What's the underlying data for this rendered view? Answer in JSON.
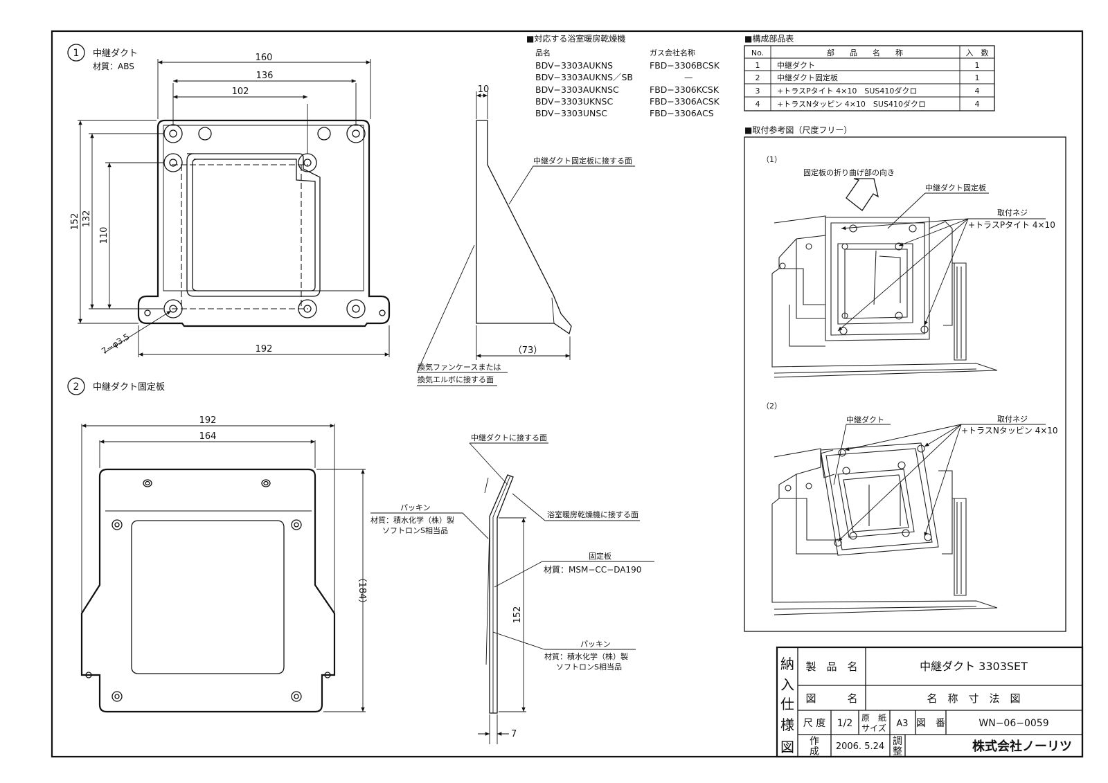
{
  "part1": {
    "number": "1",
    "title": "中継ダクト",
    "material": "材質：ABS",
    "dims": {
      "d160": "160",
      "d136": "136",
      "d102": "102",
      "d152": "152",
      "d132": "132",
      "d110": "110",
      "d192": "192",
      "holes": "7−φ3.5",
      "d10": "10",
      "d73": "（73）"
    },
    "notes": {
      "face_plate": "中継ダクト固定板に接する面",
      "face_fan_1": "換気ファンケースまたは",
      "face_fan_2": "換気エルボに接する面"
    }
  },
  "part2": {
    "number": "2",
    "title": "中継ダクト固定板",
    "dims": {
      "d192": "192",
      "d164": "164",
      "d184": "（184）",
      "d152": "152",
      "d7": "7"
    },
    "notes": {
      "face_duct": "中継ダクトに接する面",
      "face_dryer": "浴室暖房乾燥機に接する面",
      "packing1_1": "パッキン",
      "packing1_2": "材質：積水化学（株）製",
      "packing1_3": "ソフトロンS相当品",
      "plate_1": "固定板",
      "plate_2": "材質：MSM−CC−DA190",
      "packing2_1": "パッキン",
      "packing2_2": "材質：積水化学（株）製",
      "packing2_3": "ソフトロンS相当品"
    }
  },
  "compatible": {
    "title": "■対応する浴室暖房乾燥機",
    "col_model": "品名",
    "col_gas": "ガス会社名称",
    "rows": [
      {
        "model": "BDV−3303AUKNS",
        "gas": "FBD−3306BCSK"
      },
      {
        "model": "BDV−3303AUKNS／SB",
        "gas": "—"
      },
      {
        "model": "BDV−3303AUKNSC",
        "gas": "FBD−3306KCSK"
      },
      {
        "model": "BDV−3303UKNSC",
        "gas": "FBD−3306ACSK"
      },
      {
        "model": "BDV−3303UNSC",
        "gas": "FBD−3306ACS"
      }
    ]
  },
  "parts_table": {
    "title": "■構成部品表",
    "headers": [
      "No.",
      "部　　品　　名　　称",
      "入　数"
    ],
    "rows": [
      [
        "1",
        "中継ダクト",
        "1"
      ],
      [
        "2",
        "中継ダクト固定板",
        "1"
      ],
      [
        "3",
        "+トラスPタイト 4×10　SUS410ダクロ",
        "4"
      ],
      [
        "4",
        "+トラスNタッピン 4×10　SUS410ダクロ",
        "4"
      ]
    ]
  },
  "install": {
    "title": "■取付参考図（尺度フリー）",
    "step1": {
      "label": "（1）",
      "note_dir": "固定板の折り曲げ部の向き",
      "note_plate": "中継ダクト固定板",
      "note_screw": "取付ネジ",
      "note_screw_type": "+トラスPタイト 4×10"
    },
    "step2": {
      "label": "（2）",
      "note_duct": "中継ダクト",
      "note_screw": "取付ネジ",
      "note_screw_type": "+トラスNタッピン 4×10"
    }
  },
  "title_block": {
    "side": [
      "納",
      "入",
      "仕",
      "様",
      "図"
    ],
    "product_label": "製　品　名",
    "product_value": "中継ダクト 3303SET",
    "drawing_label": "図　　　名",
    "drawing_value": "名　称　寸　法　図",
    "scale_label": "尺 度",
    "scale_value": "1/2",
    "paper_label_1": "原　紙",
    "paper_label_2": "サイズ",
    "paper_value": "A3",
    "number_label": "図　番",
    "number_value": "WN−06−0059",
    "created_label_1": "作",
    "created_label_2": "成",
    "created_value": "2006. 5.24",
    "adjust_label_1": "調",
    "adjust_label_2": "整",
    "company": "株式会社ノーリツ"
  }
}
